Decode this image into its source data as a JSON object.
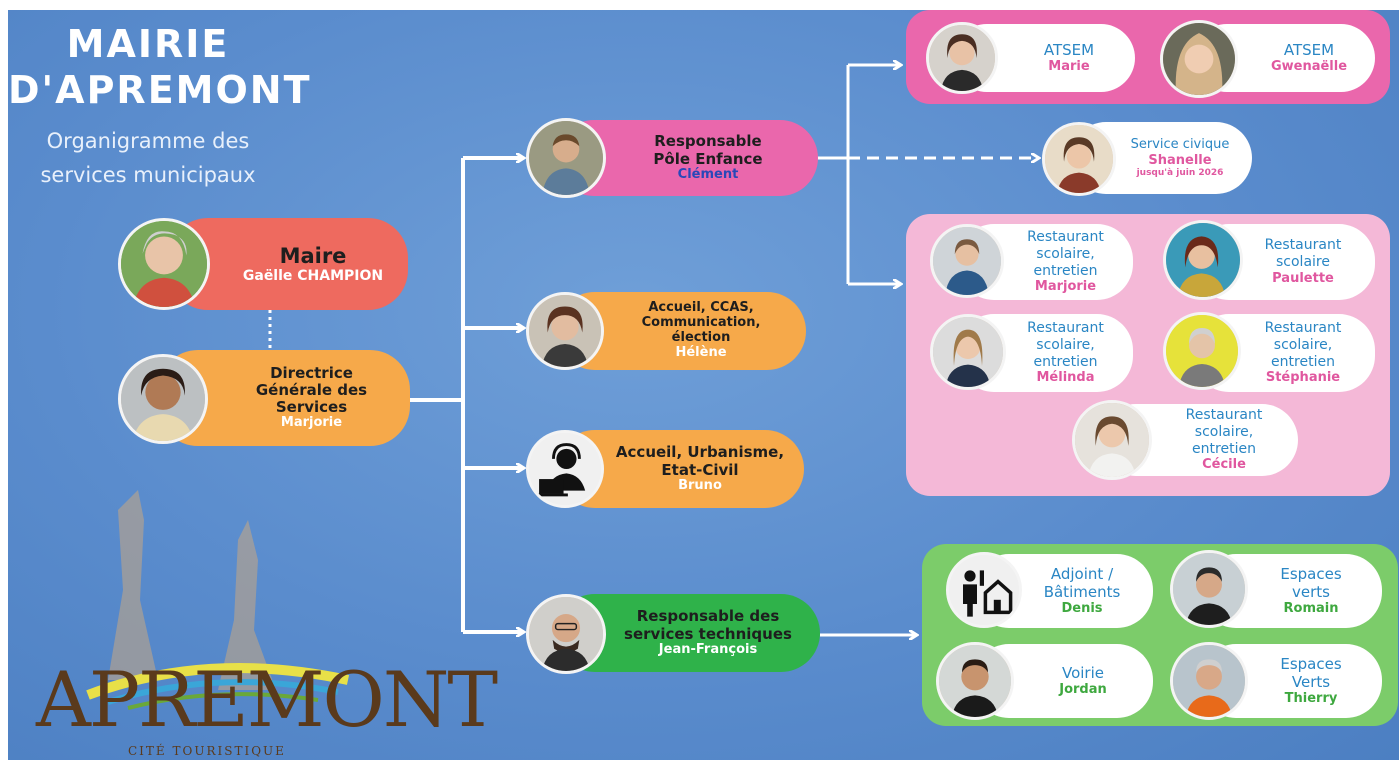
{
  "header": {
    "title_line1": "MAIRIE",
    "title_line2": "D'APREMONT",
    "subtitle_line1": "Organigramme des",
    "subtitle_line2": "services municipaux"
  },
  "maire": {
    "role": "Maire",
    "name": "Gaëlle CHAMPION"
  },
  "dgs": {
    "role_line1": "Directrice",
    "role_line2": "Générale des",
    "role_line3": "Services",
    "name": "Marjorie"
  },
  "enfance": {
    "role_line1": "Responsable",
    "role_line2": "Pôle Enfance",
    "name": "Clément"
  },
  "accueil1": {
    "role_line1": "Accueil, CCAS,",
    "role_line2": "Communication,",
    "role_line3": "élection",
    "name": "Hélène"
  },
  "accueil2": {
    "role_line1": "Accueil, Urbanisme,",
    "role_line2": "Etat-Civil",
    "name": "Bruno"
  },
  "techniques": {
    "role_line1": "Responsable des",
    "role_line2": "services techniques",
    "name": "Jean-François"
  },
  "atsem": [
    {
      "role": "ATSEM",
      "name": "Marie"
    },
    {
      "role": "ATSEM",
      "name": "Gwenaëlle"
    }
  ],
  "civique": {
    "role": "Service civique",
    "name": "Shanelle",
    "note": "jusqu'à juin 2026"
  },
  "restaurant": [
    {
      "role_line1": "Restaurant",
      "role_line2": "scolaire,",
      "role_line3": "entretien",
      "name": "Marjorie"
    },
    {
      "role_line1": "Restaurant",
      "role_line2": "scolaire",
      "role_line3": "",
      "name": "Paulette"
    },
    {
      "role_line1": "Restaurant",
      "role_line2": "scolaire,",
      "role_line3": "entretien",
      "name": "Mélinda"
    },
    {
      "role_line1": "Restaurant",
      "role_line2": "scolaire,",
      "role_line3": "entretien",
      "name": "Stéphanie"
    },
    {
      "role_line1": "Restaurant",
      "role_line2": "scolaire,",
      "role_line3": "entretien",
      "name": "Cécile"
    }
  ],
  "tech_team": [
    {
      "role_line1": "Adjoint /",
      "role_line2": "Bâtiments",
      "name": "Denis"
    },
    {
      "role_line1": "Espaces",
      "role_line2": "verts",
      "name": "Romain"
    },
    {
      "role_line1": "Voirie",
      "role_line2": "",
      "name": "Jordan"
    },
    {
      "role_line1": "Espaces",
      "role_line2": "Verts",
      "name": "Thierry"
    }
  ],
  "logo": {
    "word": "APREMONT",
    "tagline": "CITÉ TOURISTIQUE"
  },
  "colors": {
    "background": "#5a8ccd",
    "maire_pill": "#ee6a5f",
    "orange_pill": "#f6a94a",
    "pink_pill": "#ea67ac",
    "green_pill": "#2fb24a",
    "pink_group": "#f4b8d7",
    "green_group": "#7ccc6a",
    "name_white": "#ffffff",
    "name_blue": "#2948b8",
    "name_pink": "#e0579f",
    "name_green": "#3ea83f",
    "role_blue": "#2a86c4"
  }
}
